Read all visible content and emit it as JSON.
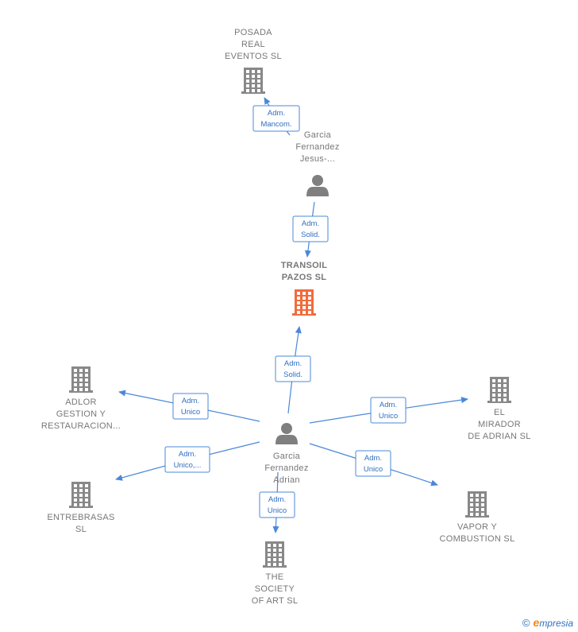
{
  "nodes": [
    {
      "id": "posada",
      "type": "company",
      "lines": [
        "POSADA",
        "REAL",
        "EVENTOS  SL"
      ],
      "main": false
    },
    {
      "id": "garcia_jesus",
      "type": "person",
      "lines": [
        "Garcia",
        "Fernandez",
        "Jesus-..."
      ],
      "main": false
    },
    {
      "id": "transoil",
      "type": "company",
      "lines": [
        "TRANSOIL",
        "PAZOS  SL"
      ],
      "main": true
    },
    {
      "id": "garcia_adrian",
      "type": "person",
      "lines": [
        "Garcia",
        "Fernandez",
        "Adrian"
      ],
      "main": false
    },
    {
      "id": "adlor",
      "type": "company",
      "lines": [
        "ADLOR",
        "GESTION Y",
        "RESTAURACION..."
      ],
      "main": false
    },
    {
      "id": "entrebrasas",
      "type": "company",
      "lines": [
        "ENTREBRASAS",
        "SL"
      ],
      "main": false
    },
    {
      "id": "society",
      "type": "company",
      "lines": [
        "THE",
        "SOCIETY",
        "OF ART  SL"
      ],
      "main": false
    },
    {
      "id": "mirador",
      "type": "company",
      "lines": [
        "EL",
        "MIRADOR",
        "DE ADRIAN SL"
      ],
      "main": false
    },
    {
      "id": "vapor",
      "type": "company",
      "lines": [
        "VAPOR Y",
        "COMBUSTION SL"
      ],
      "main": false
    }
  ],
  "edges": [
    {
      "id": "e1",
      "from": "garcia_jesus",
      "to": "posada",
      "lines": [
        "Adm.",
        "Mancom."
      ]
    },
    {
      "id": "e2",
      "from": "garcia_jesus",
      "to": "transoil",
      "lines": [
        "Adm.",
        "Solid."
      ]
    },
    {
      "id": "e3",
      "from": "garcia_adrian",
      "to": "transoil",
      "lines": [
        "Adm.",
        "Solid."
      ]
    },
    {
      "id": "e4",
      "from": "garcia_adrian",
      "to": "adlor",
      "lines": [
        "Adm.",
        "Unico"
      ]
    },
    {
      "id": "e5",
      "from": "garcia_adrian",
      "to": "entrebrasas",
      "lines": [
        "Adm.",
        "Unico,..."
      ]
    },
    {
      "id": "e6",
      "from": "garcia_adrian",
      "to": "society",
      "lines": [
        "Adm.",
        "Unico"
      ]
    },
    {
      "id": "e7",
      "from": "garcia_adrian",
      "to": "mirador",
      "lines": [
        "Adm.",
        "Unico"
      ]
    },
    {
      "id": "e8",
      "from": "garcia_adrian",
      "to": "vapor",
      "lines": [
        "Adm.",
        "Unico"
      ]
    }
  ],
  "colors": {
    "company": "#888888",
    "main_company": "#f26b3a",
    "person": "#7f7f7f",
    "edge": "#4a88d8"
  },
  "brand": {
    "symbol": "©",
    "e": "e",
    "rest": "mpresia"
  }
}
